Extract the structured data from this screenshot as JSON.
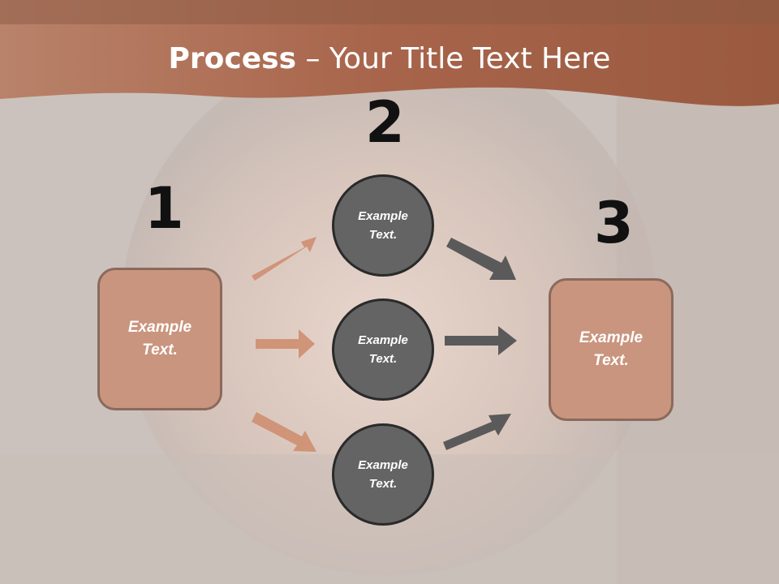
{
  "title": {
    "bold": "Process",
    "rest": " – Your Title Text Here"
  },
  "steps": {
    "one": "1",
    "two": "2",
    "three": "3"
  },
  "left_box": {
    "line1": "Example",
    "line2": "Text."
  },
  "right_box": {
    "line1": "Example",
    "line2": "Text."
  },
  "circles": [
    {
      "line1": "Example",
      "line2": "Text."
    },
    {
      "line1": "Example",
      "line2": "Text."
    },
    {
      "line1": "Example",
      "line2": "Text."
    }
  ],
  "colors": {
    "header": "#a8634a",
    "box": "#c9957e",
    "circle": "#646464",
    "arrow_left": "#d09478",
    "arrow_right": "#5a5a5a"
  }
}
